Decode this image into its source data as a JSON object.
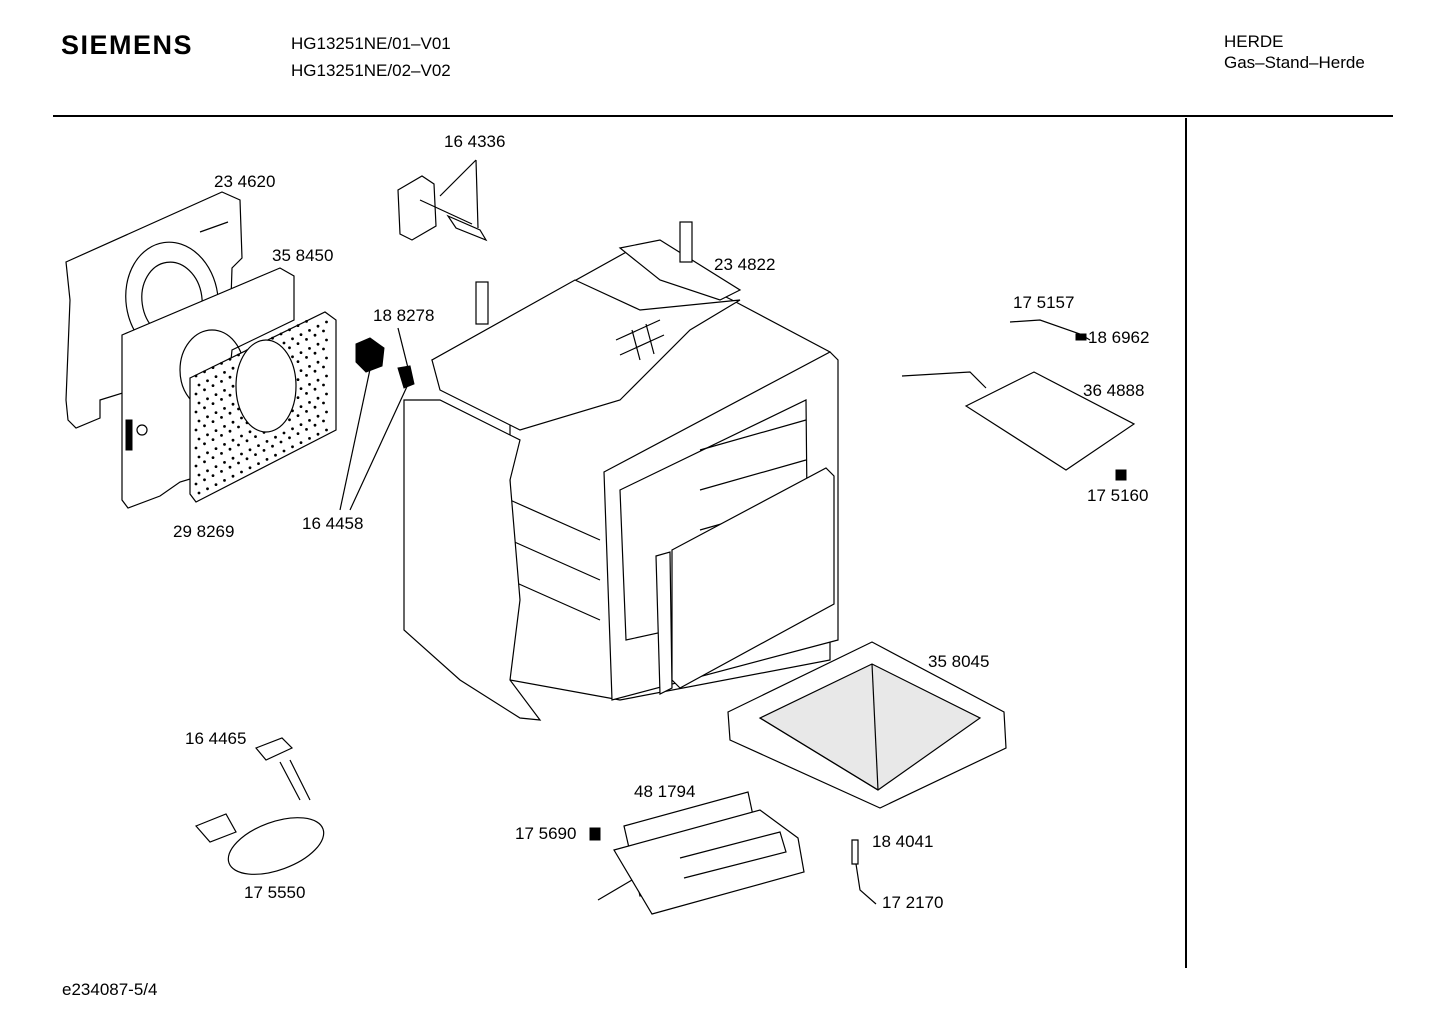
{
  "header": {
    "brand": "SIEMENS",
    "models": [
      "HG13251NE/01–V01",
      "HG13251NE/02–V02"
    ],
    "category": "HERDE",
    "subcategory": "Gas–Stand–Herde"
  },
  "parts": [
    {
      "id": "p164336",
      "label": "16 4336"
    },
    {
      "id": "p234620",
      "label": "23 4620"
    },
    {
      "id": "p358450",
      "label": "35 8450"
    },
    {
      "id": "p188278",
      "label": "18 8278"
    },
    {
      "id": "p234822",
      "label": "23 4822"
    },
    {
      "id": "p175157",
      "label": "17 5157"
    },
    {
      "id": "p186962",
      "label": "18 6962"
    },
    {
      "id": "p364888",
      "label": "36 4888"
    },
    {
      "id": "p175160",
      "label": "17 5160"
    },
    {
      "id": "p298269",
      "label": "29 8269"
    },
    {
      "id": "p164458",
      "label": "16 4458"
    },
    {
      "id": "p358045",
      "label": "35 8045"
    },
    {
      "id": "p164465",
      "label": "16 4465"
    },
    {
      "id": "p481794",
      "label": "48 1794"
    },
    {
      "id": "p175690",
      "label": "17 5690"
    },
    {
      "id": "p184041",
      "label": "18 4041"
    },
    {
      "id": "p172170",
      "label": "17 2170"
    },
    {
      "id": "p175550",
      "label": "17 5550"
    }
  ],
  "footer": {
    "drawing_id": "e234087-5/4"
  }
}
